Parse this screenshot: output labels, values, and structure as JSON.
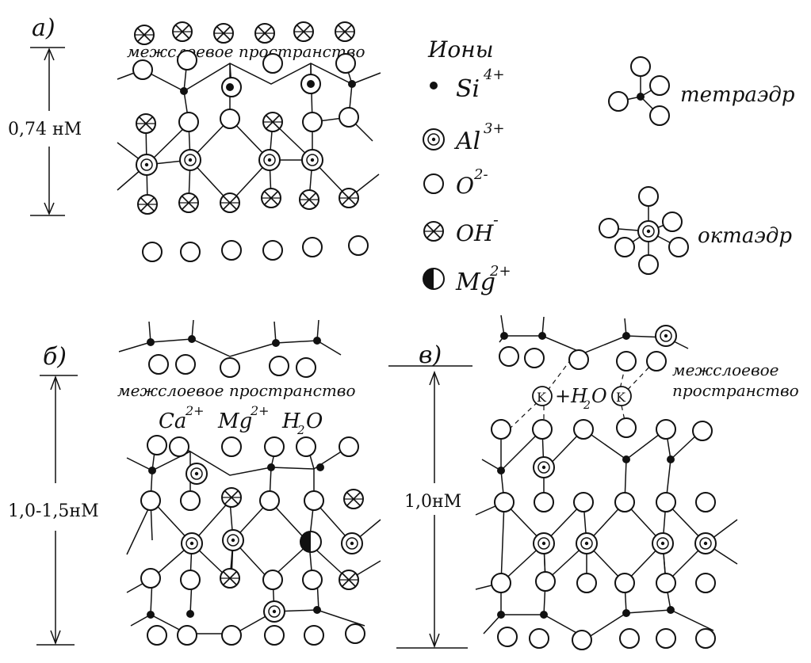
{
  "panels": {
    "a": {
      "letter": "а)",
      "interlayer": "межслоевое пространство",
      "thickness": "0,74 нМ"
    },
    "b": {
      "letter": "б)",
      "interlayer": "межслоевое пространство",
      "cation_ca": "Ca",
      "cation_ca_charge": "2+",
      "cation_mg": "Mg",
      "cation_mg_charge": "2+",
      "water": "H",
      "water_sub": "2",
      "water_o": "O",
      "thickness": "1,0-1,5нМ"
    },
    "c": {
      "letter": "в)",
      "interlayer_line1": "межслоевое",
      "interlayer_line2": "пространство",
      "k_ion": "K",
      "k_plus": "+H",
      "k_sub": "2",
      "k_o": "O",
      "thickness": "1,0нМ"
    }
  },
  "legend": {
    "title": "Ионы",
    "items": [
      {
        "symbol": "si-ion",
        "label": "Si",
        "charge": "4+"
      },
      {
        "symbol": "al-ion",
        "label": "Al",
        "charge": "3+"
      },
      {
        "symbol": "o-ion",
        "label": "O",
        "charge": "2-"
      },
      {
        "symbol": "oh-ion",
        "label": "OH",
        "charge": "-"
      },
      {
        "symbol": "mg-ion",
        "label": "Mg",
        "charge": "2+"
      }
    ]
  },
  "polyhedra": {
    "tetrahedron": "тетраэдр",
    "octahedron": "октаэдр"
  }
}
